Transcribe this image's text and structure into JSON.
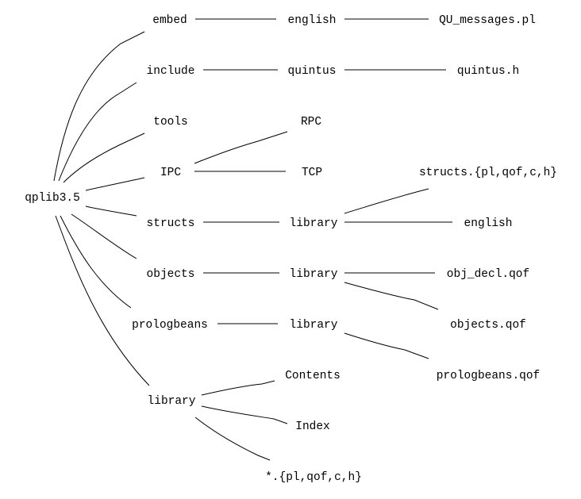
{
  "diagram": {
    "type": "directory-tree",
    "nodes": {
      "root": "qplib3.5",
      "embed": "embed",
      "embed_english": "english",
      "qu_messages": "QU_messages.pl",
      "include": "include",
      "quintus": "quintus",
      "quintus_h": "quintus.h",
      "tools": "tools",
      "ipc": "IPC",
      "rpc": "RPC",
      "tcp": "TCP",
      "structs": "structs",
      "structs_library": "library",
      "structs_files": "structs.{pl,qof,c,h}",
      "structs_english": "english",
      "objects": "objects",
      "objects_library": "library",
      "obj_decl": "obj_decl.qof",
      "objects_qof": "objects.qof",
      "prologbeans": "prologbeans",
      "prologbeans_library": "library",
      "prologbeans_qof": "prologbeans.qof",
      "library": "library",
      "contents": "Contents",
      "index": "Index",
      "library_files": "*.{pl,qof,c,h}"
    },
    "edges": [
      [
        "root",
        "embed"
      ],
      [
        "root",
        "include"
      ],
      [
        "root",
        "tools"
      ],
      [
        "root",
        "ipc"
      ],
      [
        "root",
        "structs"
      ],
      [
        "root",
        "objects"
      ],
      [
        "root",
        "prologbeans"
      ],
      [
        "root",
        "library"
      ],
      [
        "embed",
        "embed_english"
      ],
      [
        "embed_english",
        "qu_messages"
      ],
      [
        "include",
        "quintus"
      ],
      [
        "quintus",
        "quintus_h"
      ],
      [
        "ipc",
        "rpc"
      ],
      [
        "ipc",
        "tcp"
      ],
      [
        "structs",
        "structs_library"
      ],
      [
        "structs_library",
        "structs_files"
      ],
      [
        "structs_library",
        "structs_english"
      ],
      [
        "objects",
        "objects_library"
      ],
      [
        "objects_library",
        "obj_decl"
      ],
      [
        "objects_library",
        "objects_qof"
      ],
      [
        "prologbeans",
        "prologbeans_library"
      ],
      [
        "prologbeans_library",
        "prologbeans_qof"
      ],
      [
        "library",
        "contents"
      ],
      [
        "library",
        "index"
      ],
      [
        "library",
        "library_files"
      ]
    ]
  }
}
